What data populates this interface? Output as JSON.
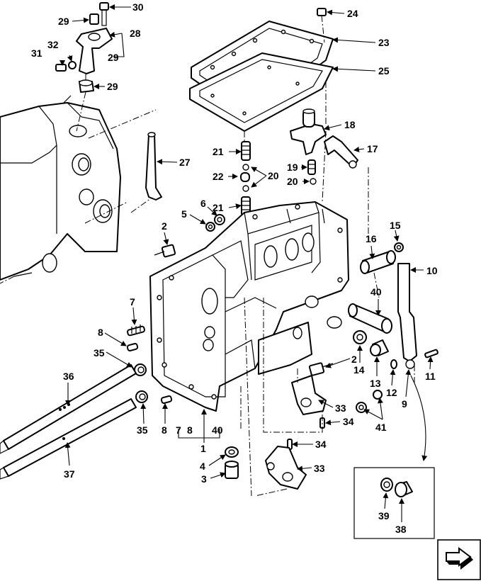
{
  "callouts": {
    "c1": "1",
    "c2a": "2",
    "c2b": "2",
    "c3": "3",
    "c4": "4",
    "c5": "5",
    "c6": "6",
    "c7a": "7",
    "c7b": "7",
    "c8a": "8",
    "c8b": "8",
    "c8c": "8",
    "c9": "9",
    "c10": "10",
    "c11": "11",
    "c12": "12",
    "c13": "13",
    "c14": "14",
    "c15": "15",
    "c16": "16",
    "c17": "17",
    "c18": "18",
    "c19": "19",
    "c20a": "20",
    "c20b": "20",
    "c21a": "21",
    "c21b": "21",
    "c22": "22",
    "c23": "23",
    "c24": "24",
    "c25": "25",
    "c27": "27",
    "c28": "28",
    "c29a": "29",
    "c29b": "29",
    "c29c": "29",
    "c30": "30",
    "c31": "31",
    "c32": "32",
    "c33a": "33",
    "c33b": "33",
    "c34a": "34",
    "c34b": "34",
    "c35a": "35",
    "c35b": "35",
    "c36": "36",
    "c37": "37",
    "c38": "38",
    "c39": "39",
    "c40a": "40",
    "c40b": "40",
    "c41": "41"
  },
  "icons": {
    "nav": "next-page-arrow-icon"
  }
}
